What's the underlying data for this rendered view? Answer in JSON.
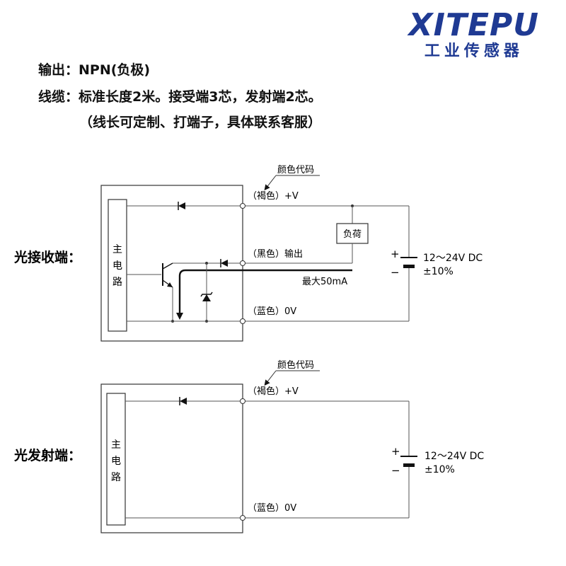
{
  "brand": {
    "name": "XITEPU",
    "subtitle": "工业传感器"
  },
  "specs": {
    "output": "输出：NPN(负极)",
    "cable": "线缆：标准长度2米。接受端3芯，发射端2芯。",
    "custom": "（线长可定制、打端子，具体联系客服）"
  },
  "receiver": {
    "section_label": "光接收端：",
    "main_circuit": [
      "主",
      "电",
      "路"
    ],
    "color_code": "颜色代码",
    "brown_wire": "（褐色）+V",
    "black_wire": "（黑色）输出",
    "blue_wire": "（蓝色）0V",
    "load": "负荷",
    "max_current": "最大50mA",
    "supply_plus": "+",
    "supply_minus": "−",
    "supply_voltage": "12～24V DC",
    "supply_tolerance": "±10%"
  },
  "emitter": {
    "section_label": "光发射端：",
    "main_circuit": [
      "主",
      "电",
      "路"
    ],
    "color_code": "颜色代码",
    "brown_wire": "（褐色）+V",
    "blue_wire": "（蓝色）0V",
    "supply_plus": "+",
    "supply_minus": "−",
    "supply_voltage": "12～24V DC",
    "supply_tolerance": "±10%"
  }
}
